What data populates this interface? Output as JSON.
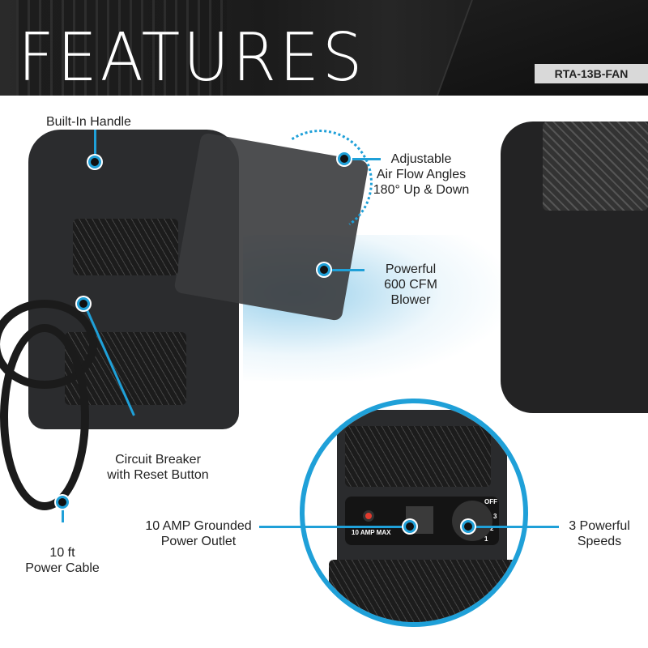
{
  "header": {
    "title": "FEATURES",
    "model_badge": "RTA-13B-FAN"
  },
  "callouts": {
    "handle": "Built-In Handle",
    "angles": [
      "Adjustable",
      "Air Flow Angles",
      "180° Up & Down"
    ],
    "blower": [
      "Powerful",
      "600 CFM Blower"
    ],
    "breaker": [
      "Circuit Breaker",
      "with Reset Button"
    ],
    "cable": [
      "10 ft",
      "Power Cable"
    ],
    "outlet": [
      "10 AMP Grounded",
      "Power Outlet"
    ],
    "speeds": [
      "3 Powerful",
      "Speeds"
    ]
  },
  "inset": {
    "amp_label": "10 AMP MAX",
    "dial_labels": [
      "OFF",
      "3",
      "2",
      "1"
    ]
  },
  "colors": {
    "accent": "#1fa0d8",
    "header_bg": "#1b1b1b"
  }
}
